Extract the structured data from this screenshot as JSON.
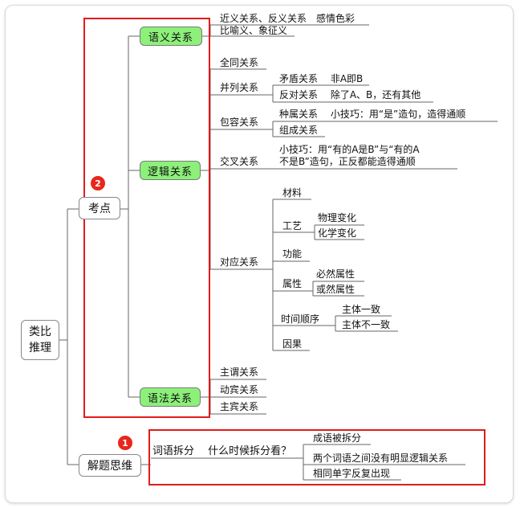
{
  "root": {
    "line1": "类比",
    "line2": "推理"
  },
  "kaodian": {
    "label": "考点",
    "badge": "2",
    "yuyi": {
      "label": "语义关系",
      "items": [
        "近义关系、反义关系　感情色彩",
        "比喻义、象征义"
      ]
    },
    "luoji": {
      "label": "逻辑关系",
      "quantong": "全同关系",
      "binglie": {
        "label": "并列关系",
        "maodun": "矛盾关系　 非A即B",
        "fandui": "反对关系　 除了A、B，还有其他"
      },
      "baorong": {
        "label": "包容关系",
        "zhongshu": "种属关系　 小技巧：用“是”造句，造得通顺",
        "zucheng": "组成关系"
      },
      "jiaocha": {
        "label": "交叉关系",
        "tip1": "小技巧：用“有的A是B”与“有的A",
        "tip2": "不是B”造句，正反都能造得通顺"
      },
      "duiying": {
        "label": "对应关系",
        "cailiao": "材料",
        "gongyi": {
          "label": "工艺",
          "a": "物理变化",
          "b": "化学变化"
        },
        "gongneng": "功能",
        "shuxing": {
          "label": "属性",
          "a": "必然属性",
          "b": "或然属性"
        },
        "shijian": {
          "label": "时间顺序",
          "a": "主体一致",
          "b": "主体不一致"
        },
        "yinguo": "因果"
      }
    },
    "yufa": {
      "label": "语法关系",
      "items": [
        "主谓关系",
        "动宾关系",
        "主宾关系"
      ]
    }
  },
  "jieti": {
    "label": "解题思维",
    "badge": "1",
    "chaifen": "词语拆分　 什么时候拆分看？",
    "items": [
      "成语被拆分",
      "两个词语之间没有明显逻辑关系",
      "相同单字反复出现"
    ]
  },
  "colors": {
    "highlight": "#e21b1b",
    "green": "#8cf07a",
    "line": "#666666"
  }
}
